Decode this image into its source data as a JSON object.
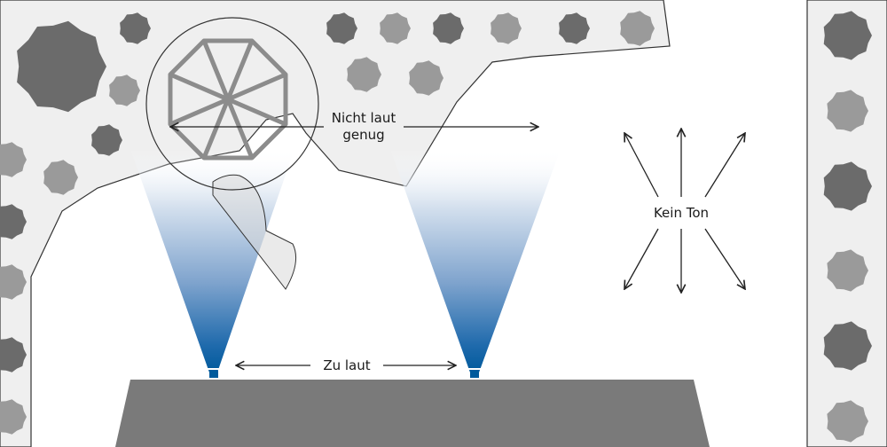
{
  "labels": {
    "not_loud_line1": "Nicht laut",
    "not_loud_line2": "genug",
    "too_loud": "Zu laut",
    "no_sound": "Kein Ton"
  },
  "colors": {
    "background": "#ffffff",
    "crowd_area": "#efefef",
    "outline": "#333333",
    "stage": "#7a7a7a",
    "blob_dark": "#6b6b6b",
    "blob_light": "#9a9a9a",
    "beam_core": "#005a9c",
    "speaker_frame": "#8c8c8c",
    "arrow": "#222222"
  },
  "icons": [
    "speaker-icon",
    "speaker-beam",
    "double-arrow",
    "radial-arrows"
  ]
}
